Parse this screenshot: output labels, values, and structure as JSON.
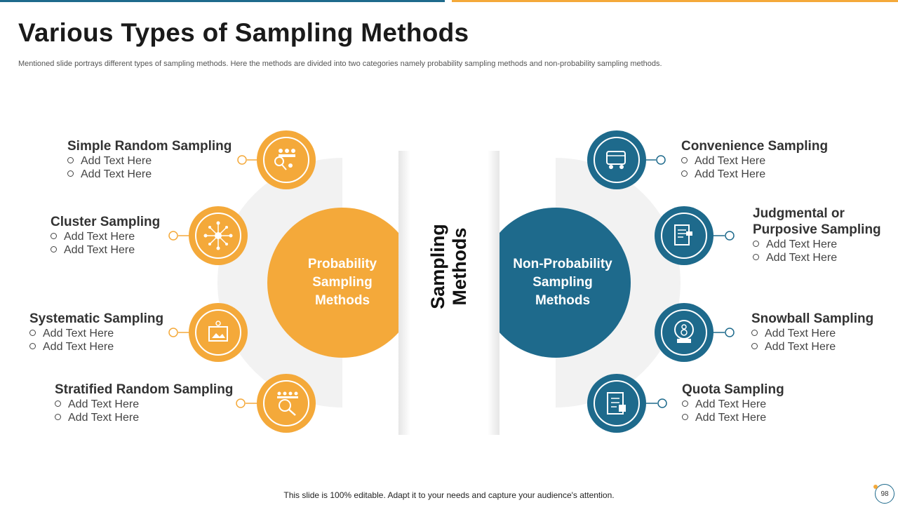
{
  "header": {
    "title": "Various Types of Sampling Methods",
    "subtitle": "Mentioned slide portrays different types of sampling methods. Here the methods are divided into two categories namely probability sampling methods and non-probability sampling methods."
  },
  "center": {
    "label_line1": "Sampling",
    "label_line2": "Methods"
  },
  "left_hub": {
    "line1": "Probability",
    "line2": "Sampling",
    "line3": "Methods"
  },
  "right_hub": {
    "line1": "Non-Probability",
    "line2": "Sampling",
    "line3": "Methods"
  },
  "left_items": [
    {
      "name": "Simple Random Sampling",
      "points": [
        "Add Text Here",
        "Add Text Here"
      ],
      "icon": "people-selection-icon"
    },
    {
      "name": "Cluster Sampling",
      "points": [
        "Add Text Here",
        "Add Text Here"
      ],
      "icon": "cluster-network-icon"
    },
    {
      "name": "Systematic Sampling",
      "points": [
        "Add Text Here",
        "Add Text Here"
      ],
      "icon": "system-gear-screen-icon"
    },
    {
      "name": "Stratified Random Sampling",
      "points": [
        "Add Text Here",
        "Add Text Here"
      ],
      "icon": "group-magnifier-icon"
    }
  ],
  "right_items": [
    {
      "name": "Convenience Sampling",
      "points": [
        "Add Text Here",
        "Add Text Here"
      ],
      "icon": "convenience-cart-icon"
    },
    {
      "name_line1": "Judgmental or",
      "name_line2": "Purposive Sampling",
      "points": [
        "Add Text Here",
        "Add Text Here"
      ],
      "icon": "gavel-document-icon"
    },
    {
      "name": "Snowball Sampling",
      "points": [
        "Add Text Here",
        "Add Text Here"
      ],
      "icon": "snow-globe-icon"
    },
    {
      "name": "Quota Sampling",
      "points": [
        "Add Text Here",
        "Add Text Here"
      ],
      "icon": "checklist-clipboard-icon"
    }
  ],
  "footer": {
    "note": "This slide is 100% editable. Adapt it to your needs and capture your audience's attention.",
    "page_number": "98"
  },
  "colors": {
    "orange": "#f4a93a",
    "blue": "#1e6a8c",
    "light_gray": "#f2f2f2"
  }
}
